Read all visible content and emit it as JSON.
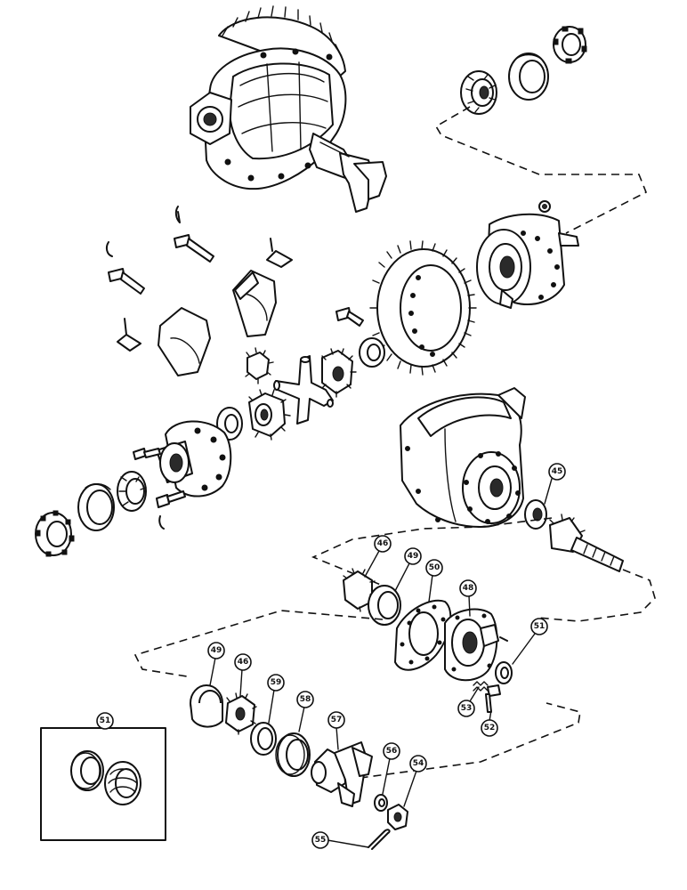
{
  "callouts": {
    "c45": "45",
    "c46a": "46",
    "c49a": "49",
    "c50": "50",
    "c48": "48",
    "c51a": "51",
    "c53": "53",
    "c52": "52",
    "c49b": "49",
    "c46b": "46",
    "c59": "59",
    "c58": "58",
    "c57": "57",
    "c56": "56",
    "c54": "54",
    "c55": "55",
    "c51b": "51"
  }
}
